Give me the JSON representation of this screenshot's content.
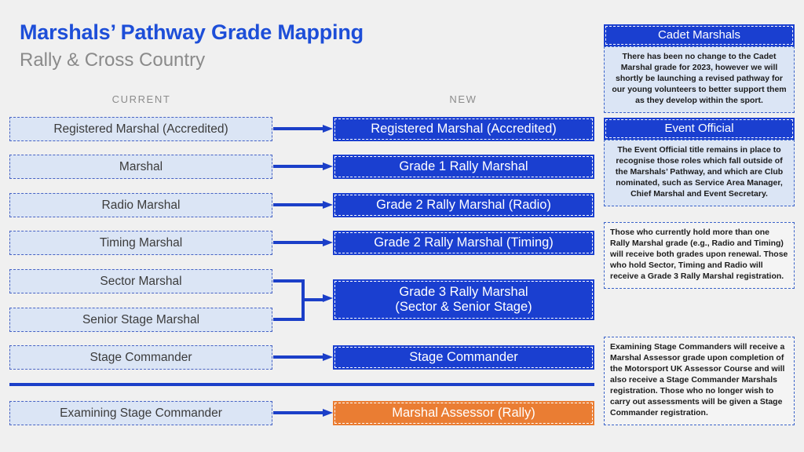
{
  "header": {
    "title": "Marshals’ Pathway Grade Mapping",
    "subtitle": "Rally & Cross Country"
  },
  "columns": {
    "current_label": "CURRENT",
    "new_label": "NEW"
  },
  "colors": {
    "brand_blue": "#1a3fd0",
    "title_blue": "#1d4ed8",
    "accent_orange": "#ea7d33",
    "light_blue_fill": "#dbe5f5",
    "background": "#f0f0f0",
    "muted_grey": "#8a8a8a"
  },
  "current_roles": [
    {
      "label": "Registered Marshal (Accredited)"
    },
    {
      "label": "Marshal"
    },
    {
      "label": "Radio Marshal"
    },
    {
      "label": "Timing Marshal"
    },
    {
      "label": "Sector Marshal"
    },
    {
      "label": "Senior Stage Marshal"
    },
    {
      "label": "Stage Commander"
    },
    {
      "label": "Examining Stage Commander"
    }
  ],
  "new_roles": [
    {
      "line1": "Registered Marshal (Accredited)",
      "line2": ""
    },
    {
      "line1": "Grade 1 Rally Marshal",
      "line2": ""
    },
    {
      "line1": "Grade 2 Rally Marshal (Radio)",
      "line2": ""
    },
    {
      "line1": "Grade 2 Rally Marshal (Timing)",
      "line2": ""
    },
    {
      "line1": "Grade 3 Rally Marshal",
      "line2": "(Sector & Senior Stage)"
    },
    {
      "line1": "Stage Commander",
      "line2": ""
    },
    {
      "line1": "Marshal Assessor (Rally)",
      "line2": ""
    }
  ],
  "panels": [
    {
      "heading": "Cadet Marshals",
      "body": "There has been no change to the Cadet Marshal grade for 2023, however we will shortly be launching a revised pathway for our young volunteers to better support them as they develop within the sport."
    },
    {
      "heading": "Event Official",
      "body": "The Event Official title remains in place to recognise those roles which fall outside of the Marshals’ Pathway, and which are Club nominated, such as Service Area Manager, Chief Marshal and Event Secretary."
    },
    {
      "heading": "",
      "body": "Those who currently hold more than one Rally Marshal grade (e.g., Radio and Timing) will receive both grades upon renewal. Those who hold Sector, Timing and Radio will receive a Grade 3 Rally Marshal registration."
    },
    {
      "heading": "",
      "body": "Examining Stage Commanders will receive a Marshal Assessor grade upon completion of the Motorsport UK Assessor Course and will also receive a Stage Commander Marshals registration. Those who no longer wish to carry out assessments will be given a Stage Commander registration."
    }
  ]
}
